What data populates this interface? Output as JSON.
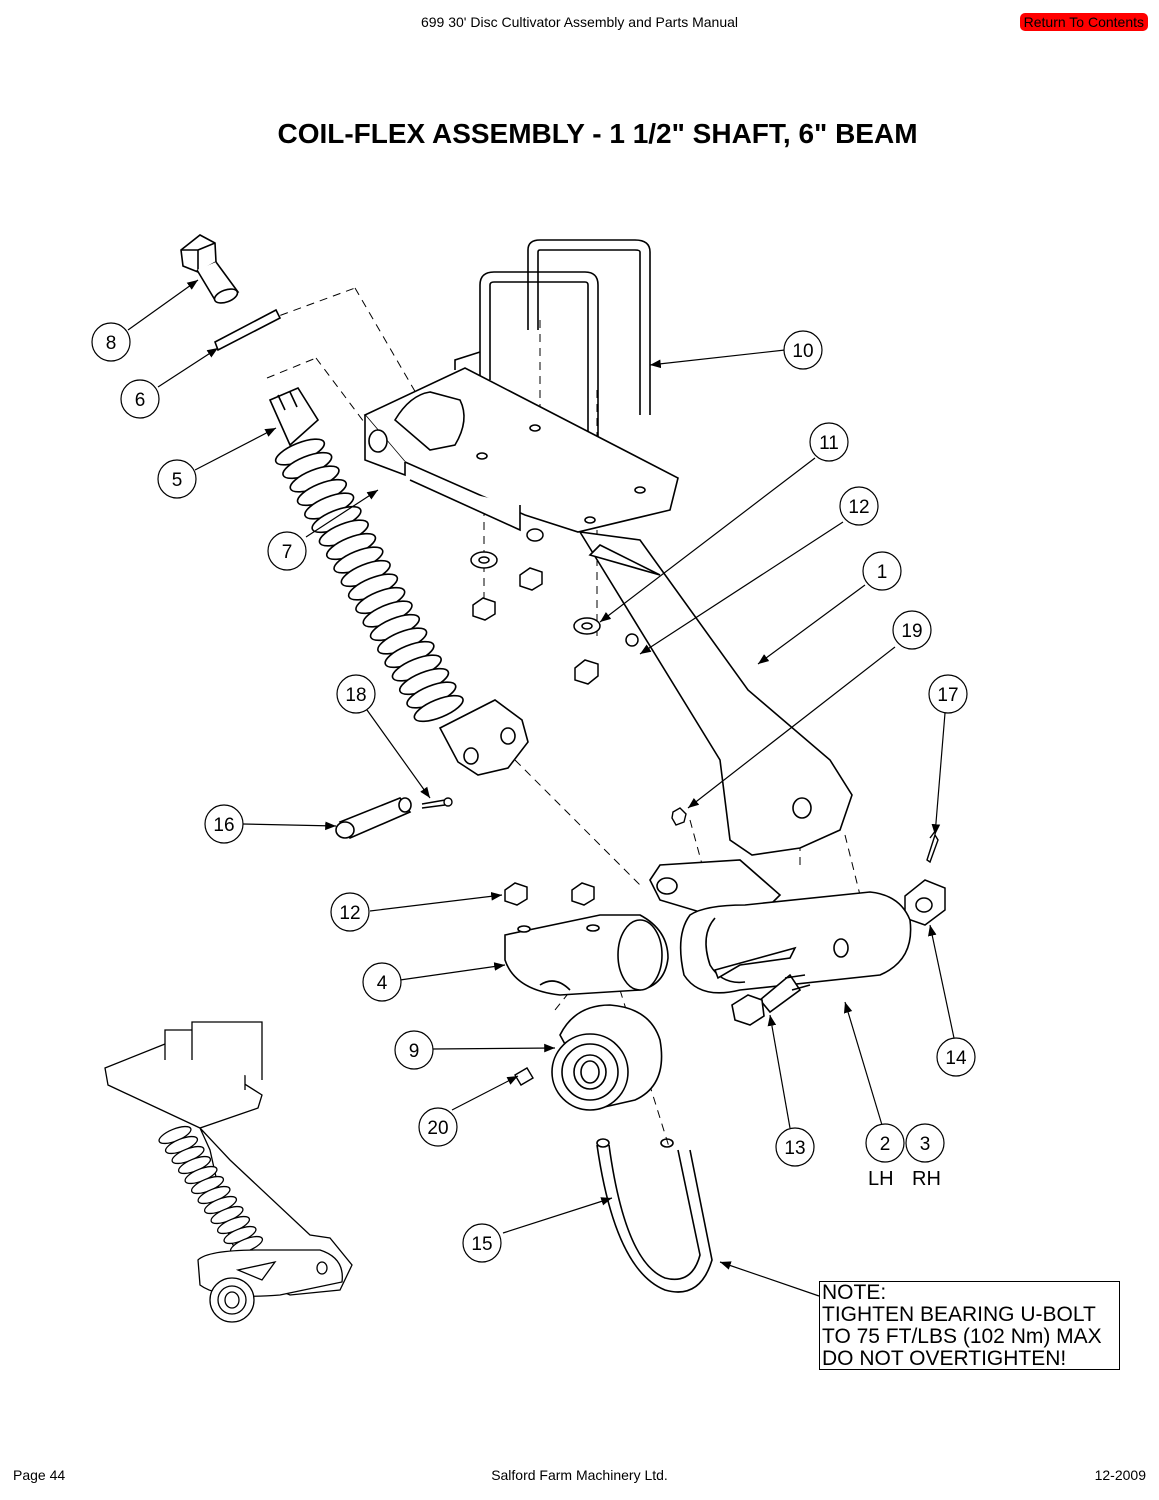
{
  "header": {
    "title": "699 30' Disc Cultivator Assembly and Parts Manual",
    "contents_button": "Return To Contents"
  },
  "page_title": "COIL-FLEX ASSEMBLY - 1 1/2\" SHAFT, 6\" BEAM",
  "callouts": [
    "8",
    "6",
    "5",
    "7",
    "10",
    "11",
    "12",
    "1",
    "19",
    "17",
    "18",
    "16",
    "12",
    "4",
    "9",
    "20",
    "13",
    "2",
    "3",
    "14",
    "15"
  ],
  "side_labels": [
    "LH",
    "RH"
  ],
  "note": {
    "lines": [
      "NOTE:",
      "TIGHTEN BEARING U-BOLT",
      "TO 75 FT/LBS (102 Nm) MAX",
      "DO NOT OVERTIGHTEN!"
    ]
  },
  "footer": {
    "page": "Page 44",
    "company": "Salford Farm Machinery Ltd.",
    "date": "12-2009"
  }
}
